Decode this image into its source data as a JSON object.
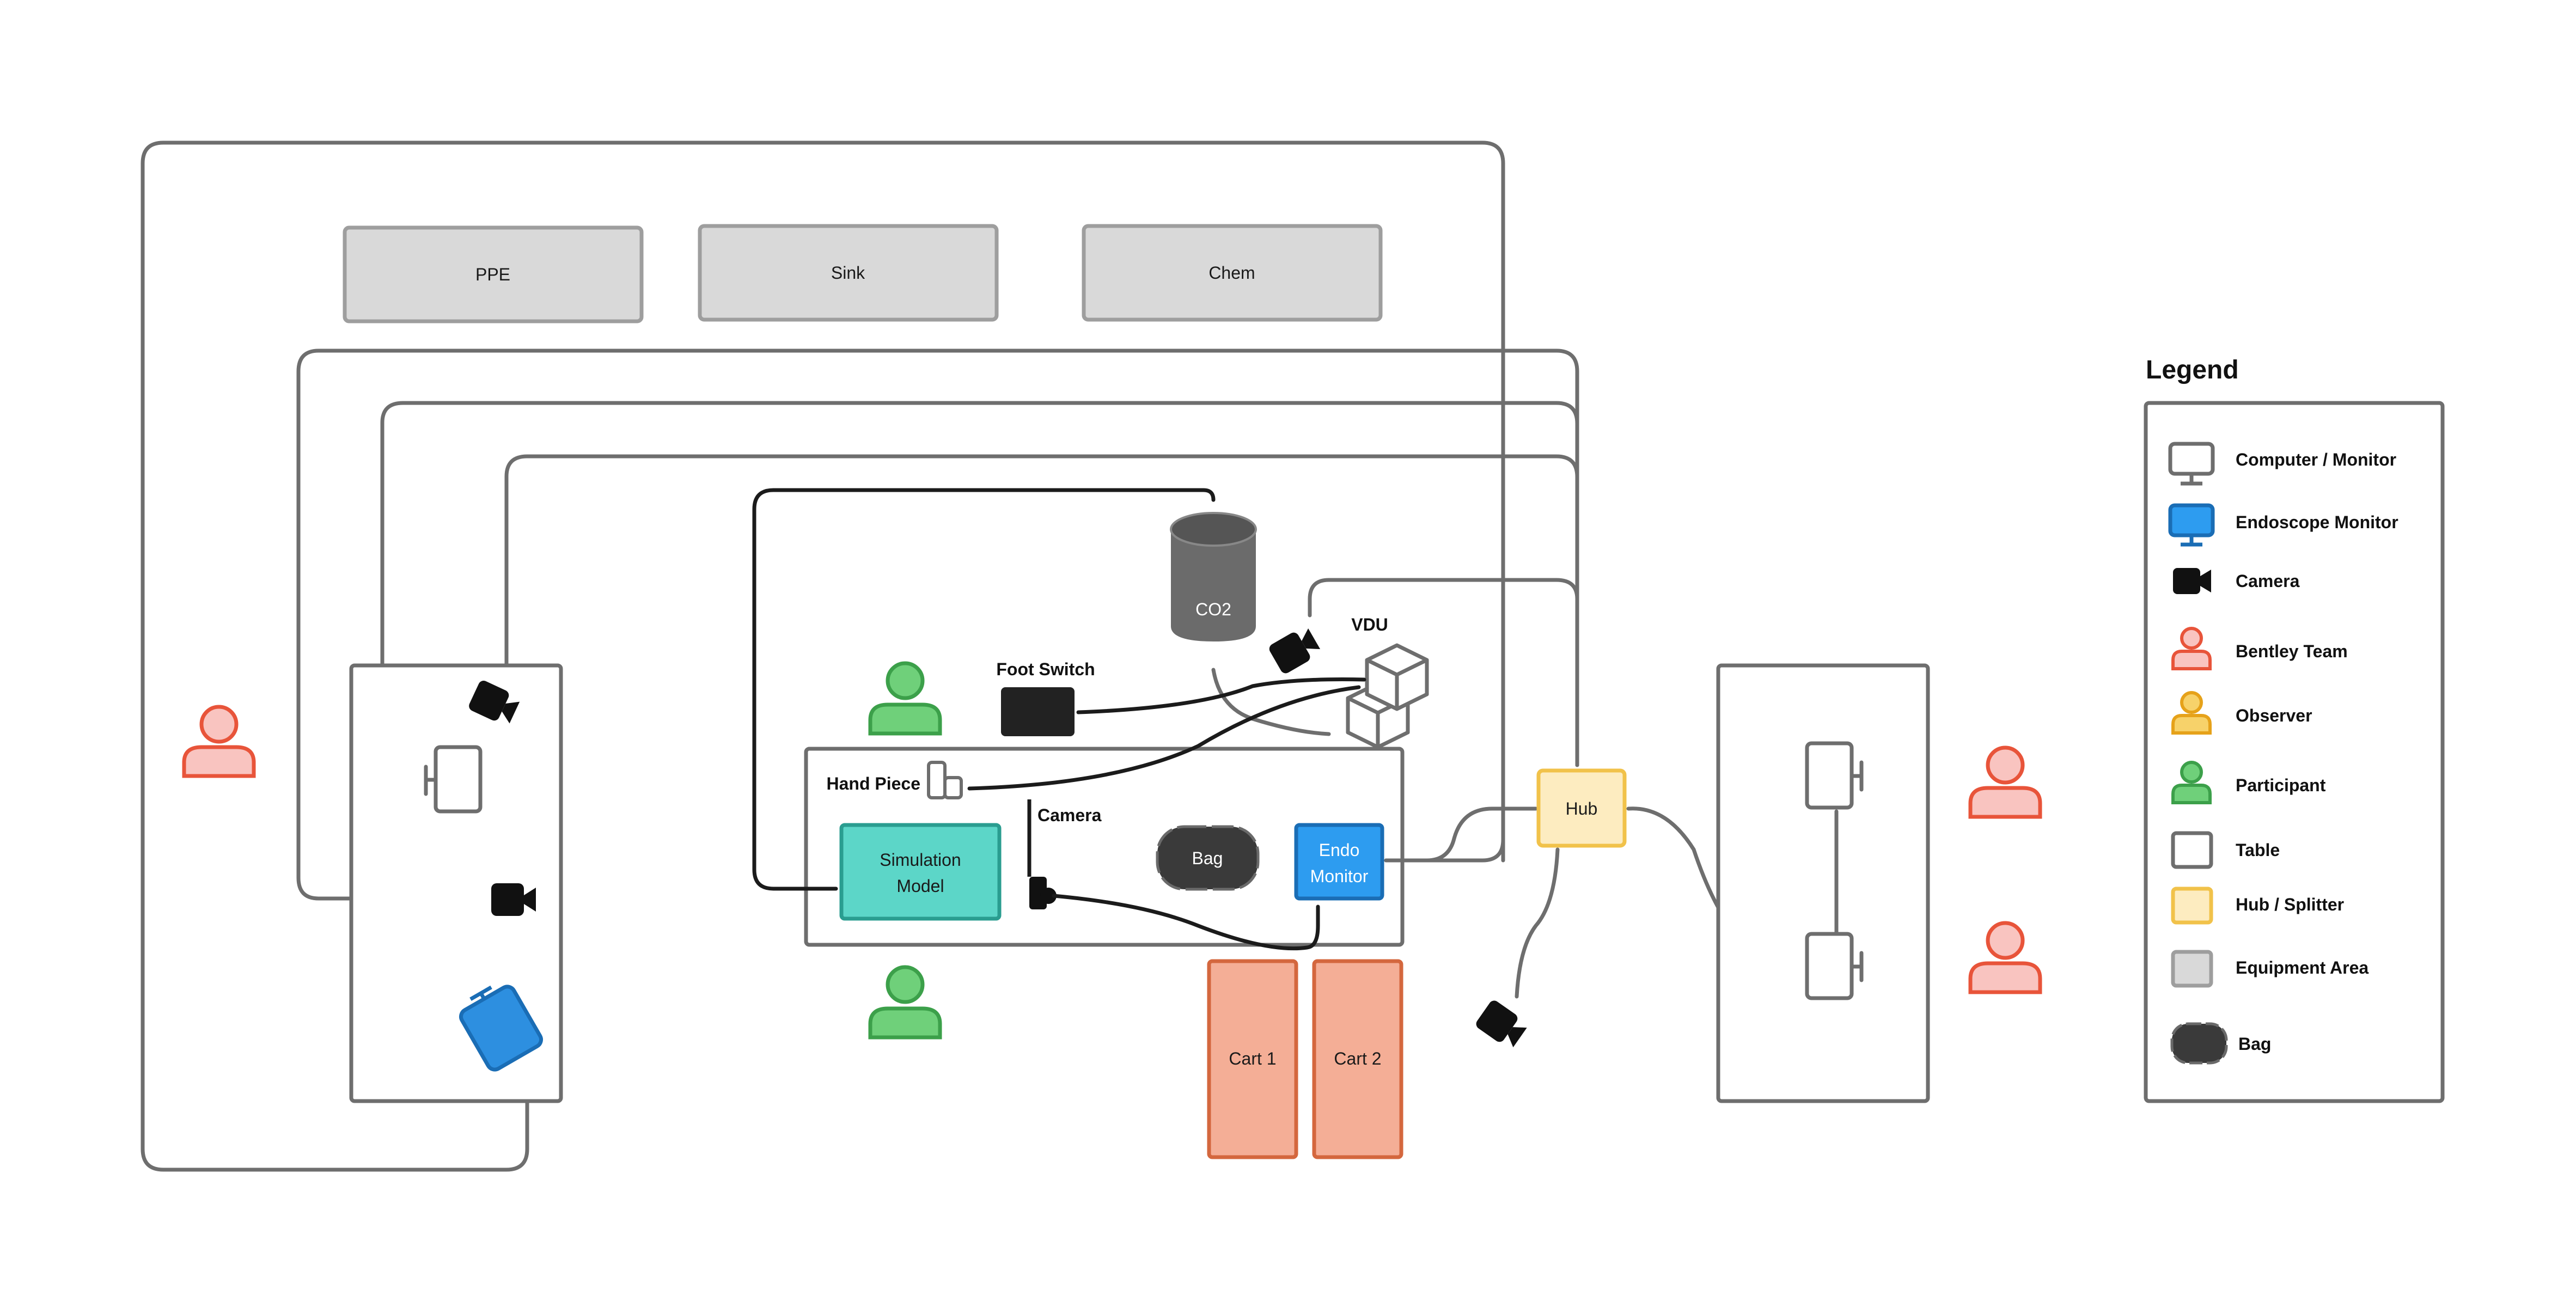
{
  "equipment_areas": {
    "ppe": "PPE",
    "sink": "Sink",
    "chem": "Chem"
  },
  "devices": {
    "co2": "CO2",
    "vdu": "VDU",
    "foot_switch": "Foot Switch",
    "hand_piece": "Hand Piece",
    "camera": "Camera",
    "simulation_model": [
      "Simulation",
      "Model"
    ],
    "bag": "Bag",
    "endo_monitor": [
      "Endo",
      "Monitor"
    ],
    "hub": "Hub",
    "cart1": "Cart 1",
    "cart2": "Cart 2"
  },
  "legend": {
    "title": "Legend",
    "items": [
      {
        "icon": "computer-monitor-icon",
        "label": "Computer / Monitor"
      },
      {
        "icon": "endoscope-monitor-icon",
        "label": "Endoscope Monitor"
      },
      {
        "icon": "camera-icon",
        "label": "Camera"
      },
      {
        "icon": "bentley-team-icon",
        "label": "Bentley Team"
      },
      {
        "icon": "observer-icon",
        "label": "Observer"
      },
      {
        "icon": "participant-icon",
        "label": "Participant"
      },
      {
        "icon": "table-icon",
        "label": "Table"
      },
      {
        "icon": "hub-splitter-icon",
        "label": "Hub / Splitter"
      },
      {
        "icon": "equipment-area-icon",
        "label": "Equipment Area"
      },
      {
        "icon": "bag-icon",
        "label": "Bag"
      }
    ]
  },
  "colors": {
    "bentley_team": "#e8543a",
    "bentley_team_fill": "#f9c4c0",
    "observer": "#e6a21a",
    "observer_fill": "#f7d26a",
    "participant": "#3ca04a",
    "participant_fill": "#6fd07a",
    "endoscope_monitor": "#2d8fe0",
    "simulation_model": "#5cd6c8",
    "hub": "#f1c24a",
    "hub_fill": "#fdecc0",
    "cart": "#f4ae96",
    "cart_stroke": "#d4673e",
    "equipment_area": "#d9d9d9",
    "co2": "#6b6b6b",
    "bag": "#3a3a3a"
  }
}
